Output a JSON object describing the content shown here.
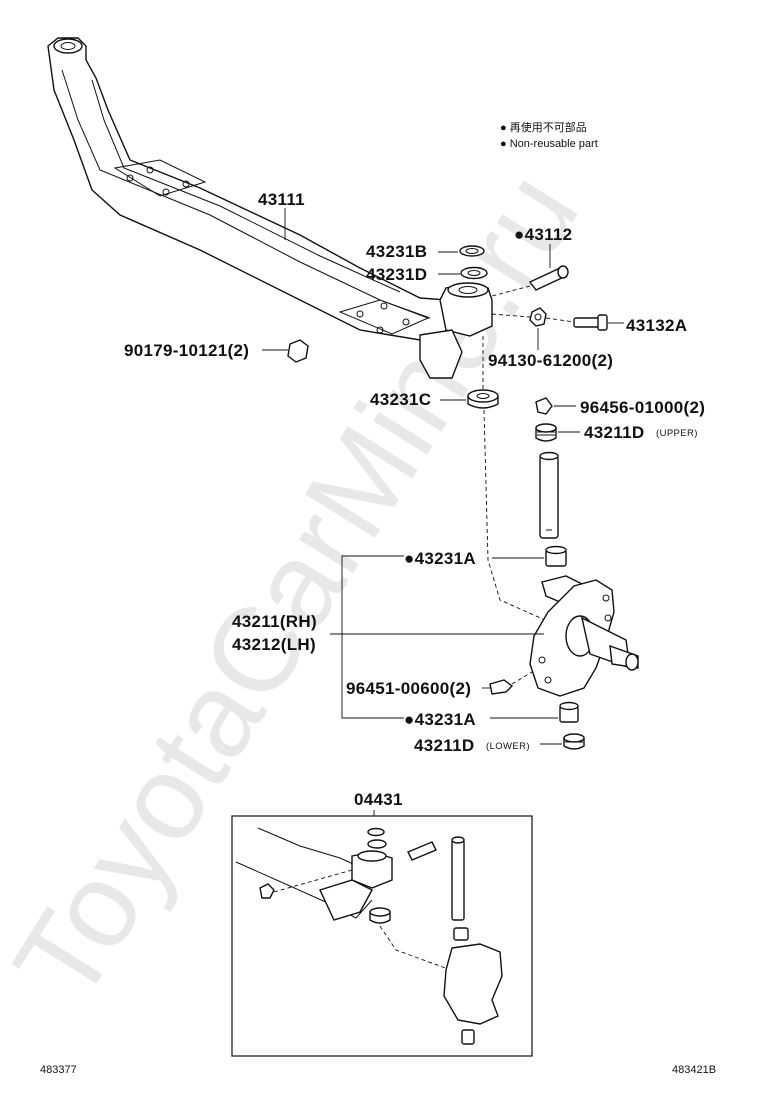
{
  "watermark": "ToyotaCarMine.ru",
  "legend": {
    "line1": "● 再使用不可部品",
    "line2": "● Non-reusable part"
  },
  "callouts": {
    "axle_beam": "43111",
    "kingpin_bolt": "●43112",
    "washer_b": "43231B",
    "washer_d_top": "43231D",
    "bolt_a": "43132A",
    "nut_9017": "90179-10121(2)",
    "nut_9413": "94130-61200(2)",
    "bearing_c": "43231C",
    "grease_96456": "96456-01000(2)",
    "cap_upper": "43211D",
    "cap_upper_sub": "(UPPER)",
    "bush_a_top": "●43231A",
    "knuckle_rh": "43211(RH)",
    "knuckle_lh": "43212(LH)",
    "grease_96451": "96451-00600(2)",
    "bush_a_bottom": "●43231A",
    "cap_lower": "43211D",
    "cap_lower_sub": "(LOWER)",
    "kit": "04431"
  },
  "footer": {
    "left_code": "483377",
    "right_code": "483421B"
  }
}
